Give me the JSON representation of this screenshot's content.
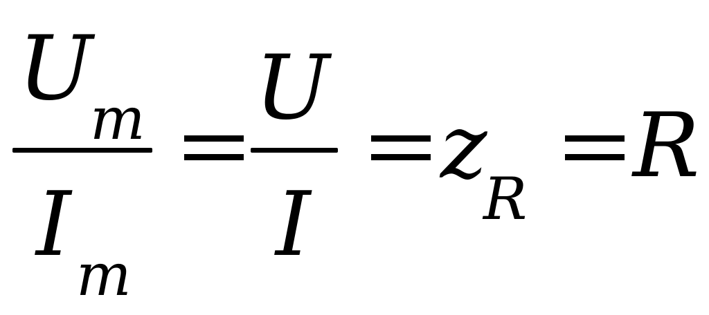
{
  "formula": {
    "frac1": {
      "num": "U",
      "num_sub": "m",
      "den": "I",
      "den_sub": "m"
    },
    "frac2": {
      "num": "U",
      "den": "I"
    },
    "impedance": {
      "symbol": "z",
      "sub": "R"
    },
    "result": "R"
  }
}
